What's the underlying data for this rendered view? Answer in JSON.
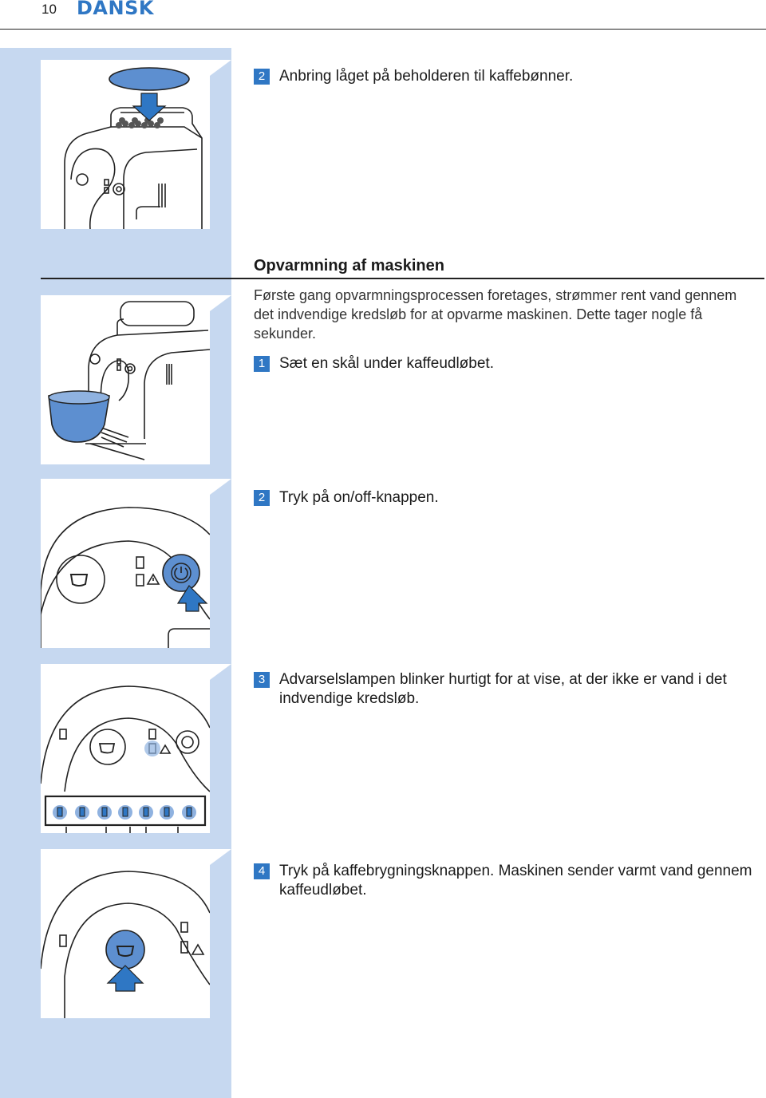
{
  "header": {
    "page_number": "10",
    "language": "DANSK"
  },
  "section": {
    "heading": "Opvarmning af maskinen",
    "intro": "Første gang opvarmningsprocessen foretages, strømmer rent vand gennem det indvendige kredsløb for at opvarme maskinen. Dette tager nogle få sekunder."
  },
  "steps": [
    {
      "number": "2",
      "text": "Anbring låget på beholderen til kaffebønner."
    },
    {
      "number": "1",
      "text": "Sæt en skål under kaffeudløbet."
    },
    {
      "number": "2",
      "text": "Tryk på on/off-knappen."
    },
    {
      "number": "3",
      "text": "Advarselslampen blinker hurtigt for at vise, at der ikke er vand i det indvendige kredsløb."
    },
    {
      "number": "4",
      "text": "Tryk på kaffebrygningsknappen. Maskinen sender varmt vand gennem kaffeudløbet."
    }
  ],
  "colors": {
    "accent": "#2f77c4",
    "sidebar": "#c6d8f0",
    "highlight": "#5d8fd0"
  }
}
